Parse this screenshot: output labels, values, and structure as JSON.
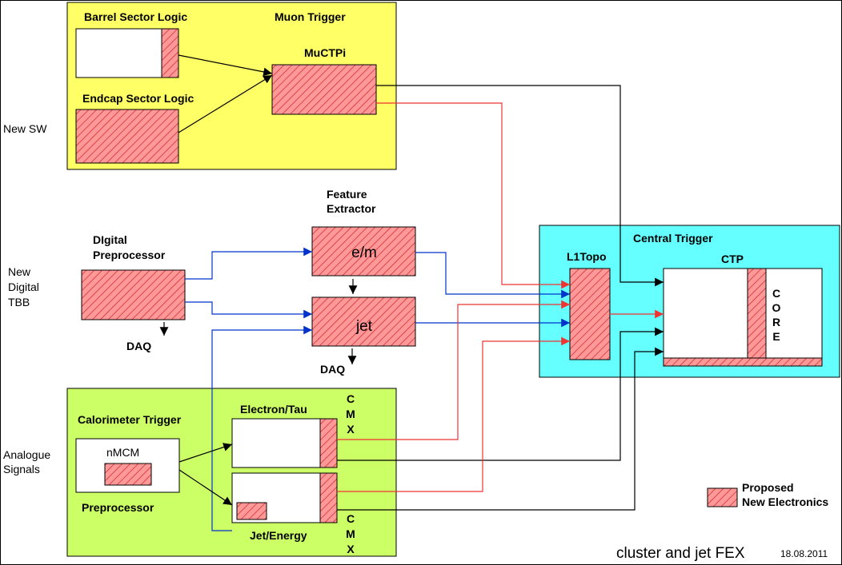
{
  "colors": {
    "muon_region": "#ffff66",
    "central_region": "#66ffff",
    "calo_region": "#ccff66",
    "new_electronics_fill": "#ff9999",
    "new_electronics_hatch": "#cc2222",
    "link_black": "#000000",
    "link_red": "#ee3333",
    "link_blue": "#0033cc"
  },
  "side_labels": {
    "new_sw": "New SW",
    "new_digital": [
      "New",
      "Digital",
      "TBB"
    ],
    "analogue": [
      "Analogue",
      "Signals"
    ]
  },
  "muon": {
    "title": "Muon Trigger",
    "barrel": "Barrel Sector Logic",
    "endcap": "Endcap Sector Logic",
    "muctpi": "MuCTPi"
  },
  "fex": {
    "title": [
      "Feature",
      "Extractor"
    ],
    "em": "e/m",
    "jet": "jet",
    "daq": "DAQ"
  },
  "preprocessor": {
    "title": [
      "DIgital",
      "Preprocessor"
    ],
    "daq": "DAQ"
  },
  "central": {
    "title": "Central Trigger",
    "l1topo": "L1Topo",
    "ctp": "CTP",
    "core": [
      "C",
      "O",
      "R",
      "E"
    ]
  },
  "calo": {
    "title": "Calorimeter Trigger",
    "nmcm": "nMCM",
    "preprocessor": "Preprocessor",
    "electron_tau": "Electron/Tau",
    "jet_energy": "Jet/Energy",
    "cmx": [
      "C",
      "M",
      "X"
    ]
  },
  "legend": {
    "label": [
      "Proposed",
      "New Electronics"
    ]
  },
  "footer": {
    "caption": "cluster and jet FEX",
    "date": "18.08.2011"
  }
}
